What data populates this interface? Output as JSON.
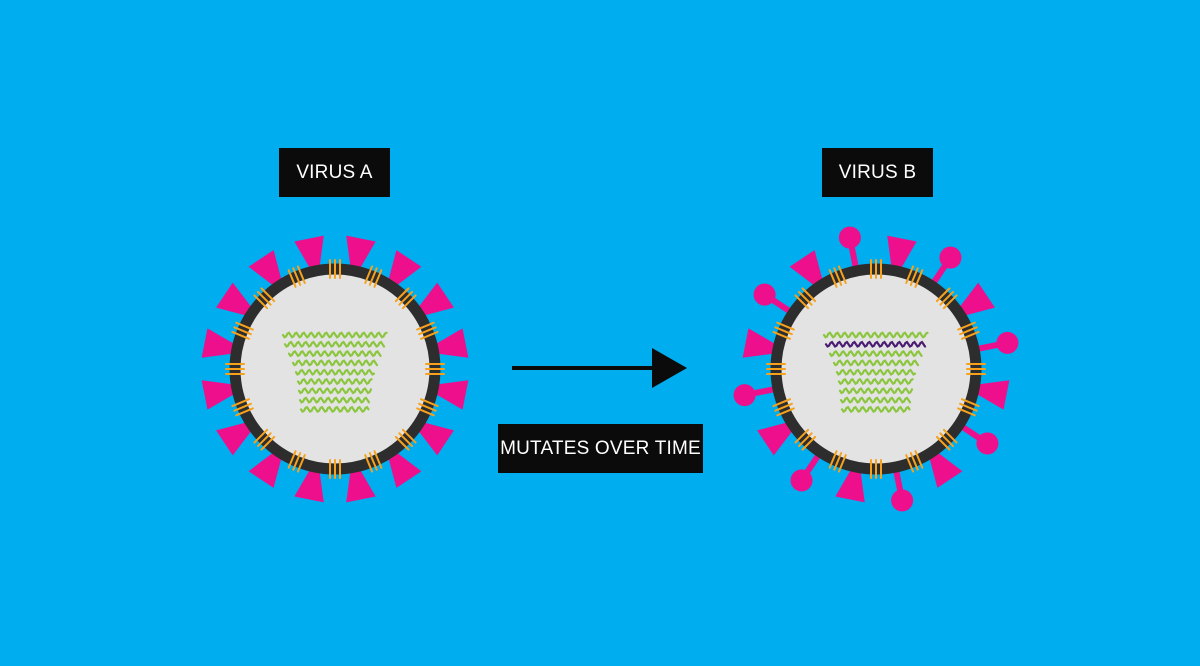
{
  "labels": {
    "virus_a": "VIRUS A",
    "virus_b": "VIRUS B",
    "mutation": "MUTATES OVER TIME"
  },
  "colors": {
    "background": "#00adef",
    "label_background": "#0b0b0b",
    "label_text": "#ffffff",
    "envelope_ring": "#2d2d2d",
    "core": "#e3e3e3",
    "spike_protein": "#ee0f8c",
    "membrane_protein": "#f6a21d",
    "rna": "#8cc63f",
    "mutated_rna": "#4b1d72",
    "arrow": "#0b0b0b"
  },
  "icons": {
    "virus_a": "coronavirus-icon",
    "virus_b": "mutated-coronavirus-icon",
    "arrow": "arrow-right-icon"
  }
}
